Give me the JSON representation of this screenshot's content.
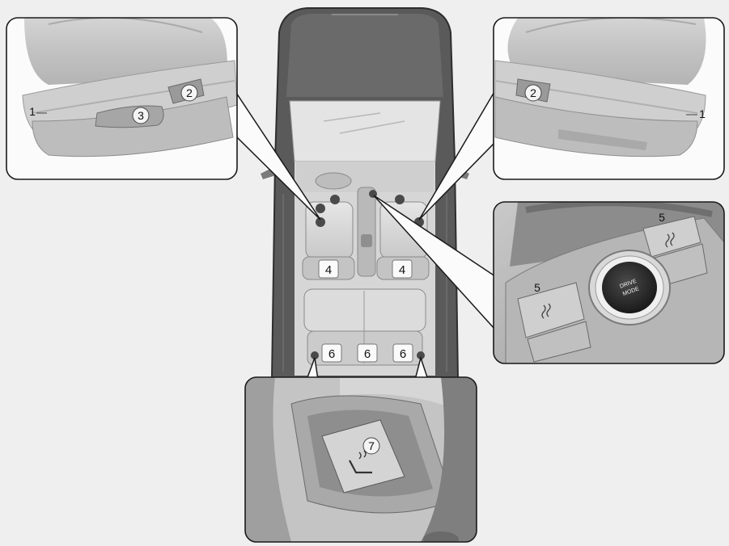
{
  "callouts": {
    "n1": "1",
    "n2": "2",
    "n3": "3",
    "n4": "4",
    "n5": "5",
    "n6": "6",
    "n7": "7"
  },
  "knob": {
    "line1": "DRIVE",
    "line2": "MODE"
  },
  "colors": {
    "background": "#efefef",
    "panel_border": "#1a1a1a",
    "car_dark": "#555555",
    "car_light": "#d9d9d9"
  }
}
